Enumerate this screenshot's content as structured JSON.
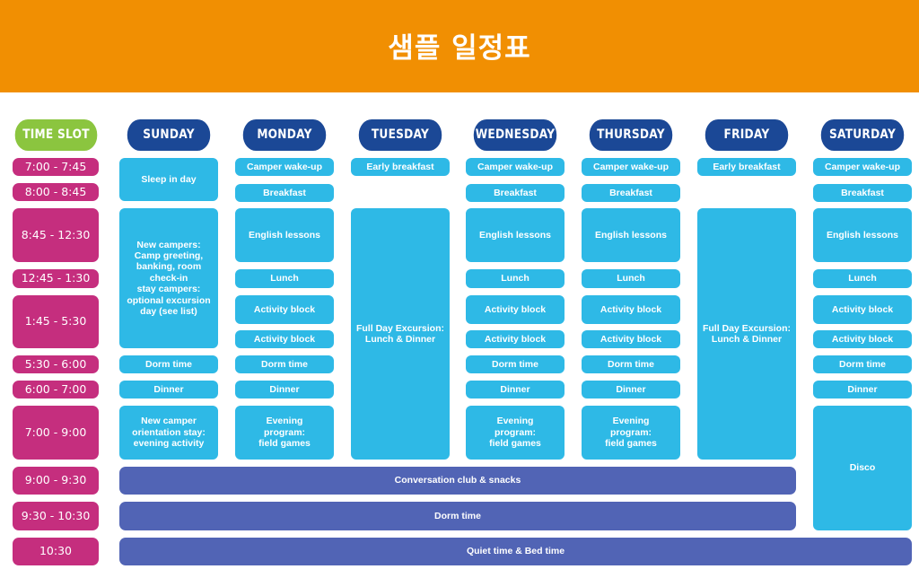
{
  "title": "샘플 일정표",
  "colors": {
    "banner": "#F18F02",
    "time_slot": "#8BC53F",
    "day": "#1B4896",
    "time": "#C52E7E",
    "activity": "#2EB9E6",
    "bar": "#5164B5"
  },
  "header": {
    "time_slot": "TIME SLOT",
    "days": [
      "SUNDAY",
      "MONDAY",
      "TUESDAY",
      "WEDNESDAY",
      "THURSDAY",
      "FRIDAY",
      "SATURDAY"
    ]
  },
  "times": [
    "7:00 - 7:45",
    "8:00 - 8:45",
    "8:45 - 12:30",
    "12:45 - 1:30",
    "1:45 - 5:30",
    "5:30 - 6:00",
    "6:00 - 7:00",
    "7:00 - 9:00",
    "9:00 - 9:30",
    "9:30 - 10:30",
    "10:30"
  ],
  "sunday": {
    "sleep": "Sleep in day",
    "new_campers": "New campers:\nCamp greeting,\nbanking, room\ncheck-in\nstay campers:\noptional excursion\nday (see list)",
    "dorm": "Dorm time",
    "dinner": "Dinner",
    "evening": "New camper\norientation stay:\nevening activity"
  },
  "monday": {
    "wake": "Camper wake-up",
    "breakfast": "Breakfast",
    "english": "English lessons",
    "lunch": "Lunch",
    "activity1": "Activity block",
    "activity2": "Activity block",
    "dorm": "Dorm time",
    "dinner": "Dinner",
    "evening": "Evening\nprogram:\nfield games"
  },
  "tuesday": {
    "early": "Early breakfast",
    "excursion": "Full Day Excursion:\nLunch & Dinner"
  },
  "wednesday": {
    "wake": "Camper wake-up",
    "breakfast": "Breakfast",
    "english": "English lessons",
    "lunch": "Lunch",
    "activity1": "Activity block",
    "activity2": "Activity block",
    "dorm": "Dorm time",
    "dinner": "Dinner",
    "evening": "Evening\nprogram:\nfield games"
  },
  "thursday": {
    "wake": "Camper wake-up",
    "breakfast": "Breakfast",
    "english": "English lessons",
    "lunch": "Lunch",
    "activity1": "Activity block",
    "activity2": "Activity block",
    "dorm": "Dorm time",
    "dinner": "Dinner",
    "evening": "Evening\nprogram:\nfield games"
  },
  "friday": {
    "early": "Early breakfast",
    "excursion": "Full Day Excursion:\nLunch & Dinner"
  },
  "saturday": {
    "wake": "Camper wake-up",
    "breakfast": "Breakfast",
    "english": "English lessons",
    "lunch": "Lunch",
    "activity1": "Activity block",
    "activity2": "Activity block",
    "dorm": "Dorm time",
    "dinner": "Dinner",
    "disco": "Disco"
  },
  "bars": {
    "conversation": "Conversation club & snacks",
    "dorm": "Dorm time",
    "quiet": "Quiet time & Bed time"
  }
}
